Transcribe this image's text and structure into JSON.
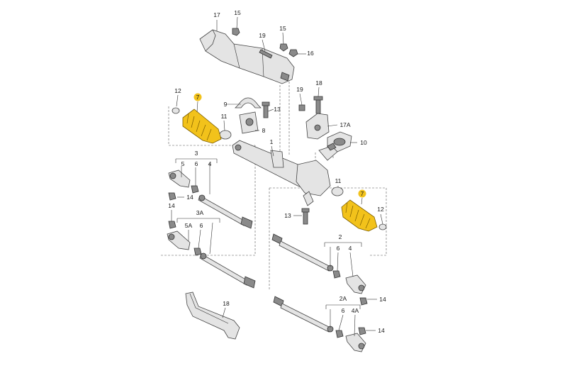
{
  "diagram": {
    "accent_color": "#f2c21b",
    "callouts": {
      "c17": "17",
      "c15a": "15",
      "c19a": "19",
      "c15b": "15",
      "c16": "16",
      "c12a": "12",
      "c7a": "7",
      "c9": "9",
      "c13a": "13",
      "c19b": "19",
      "c18b": "18",
      "c11a": "11",
      "c8": "8",
      "c17A": "17A",
      "c10": "10",
      "c1": "1",
      "c3": "3",
      "c5": "5",
      "c6a": "6",
      "c4a": "4",
      "c14a": "14",
      "c14b": "14",
      "c3A": "3A",
      "c5A": "5A",
      "c6b": "6",
      "c11b": "11",
      "c7b": "7",
      "c12b": "12",
      "c13b": "13",
      "c2": "2",
      "c6c": "6",
      "c4b": "4",
      "c14c": "14",
      "c2A": "2A",
      "c6d": "6",
      "c4A": "4A",
      "c14d": "14",
      "c18": "18"
    }
  }
}
